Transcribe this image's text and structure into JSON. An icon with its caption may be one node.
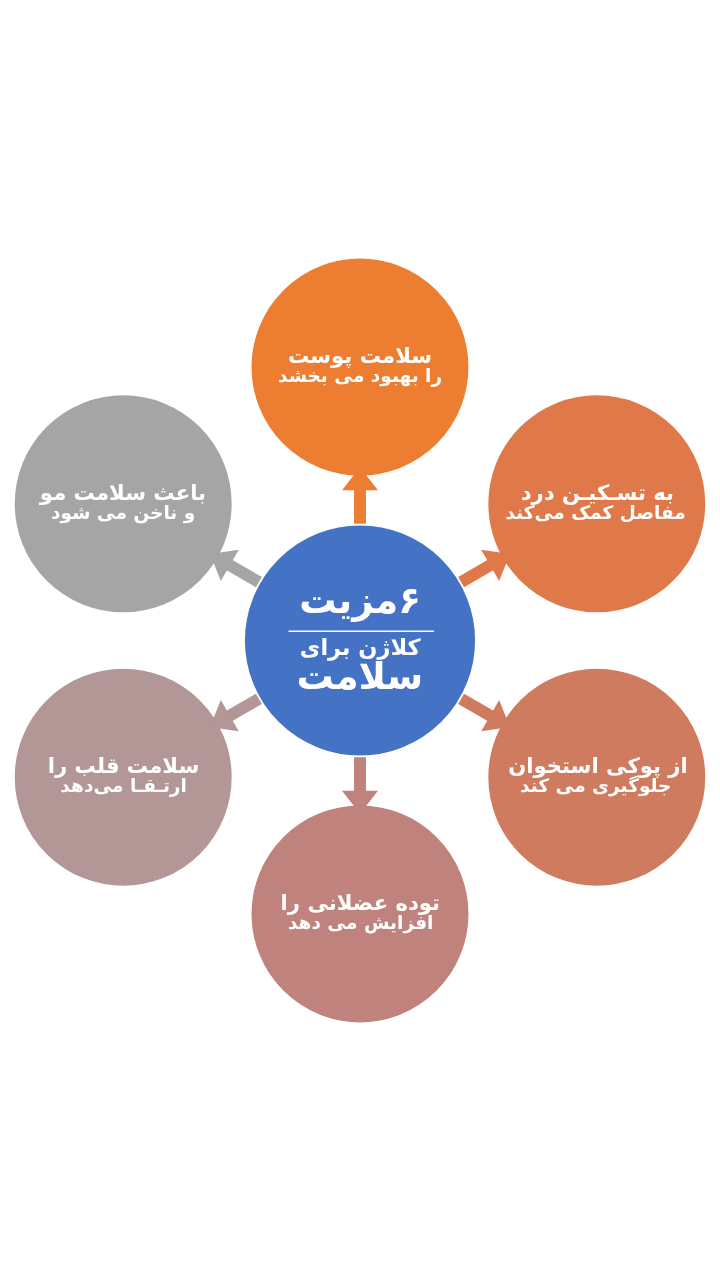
{
  "diagram": {
    "nodes": [
      {
        "text": [
          "۶مزیت",
          "کلاژن برای سلامت"
        ]
      },
      {
        "text": [
          "سلامت پوست را بهبود می بخشد"
        ]
      },
      {
        "text": [
          "به تسـکیـن درد مفاصل کمک می‌کند"
        ]
      },
      {
        "text": [
          "از پوکی استخوان جلوگیری می کند"
        ]
      },
      {
        "text": [
          "توده عضلانی را افزایش می دهد"
        ]
      },
      {
        "text": [
          "سلامت قلب را ارتـقـا می‌دهد"
        ]
      },
      {
        "text": [
          "باعث سلامت مو و ناخن می شود"
        ]
      }
    ],
    "edges": [
      {
        "from": 0,
        "to": 1,
        "arrow": "to",
        "color": "#ed7d31"
      },
      {
        "from": 0,
        "to": 2,
        "arrow": "to",
        "color": "#e0794a"
      },
      {
        "from": 0,
        "to": 3,
        "arrow": "to",
        "color": "#cf7b5f"
      },
      {
        "from": 0,
        "to": 4,
        "arrow": "to",
        "color": "#c0827c"
      },
      {
        "from": 0,
        "to": 5,
        "arrow": "to",
        "color": "#b39696"
      },
      {
        "from": 0,
        "to": 6,
        "arrow": "to",
        "color": "#a5a5a5"
      }
    ]
  }
}
